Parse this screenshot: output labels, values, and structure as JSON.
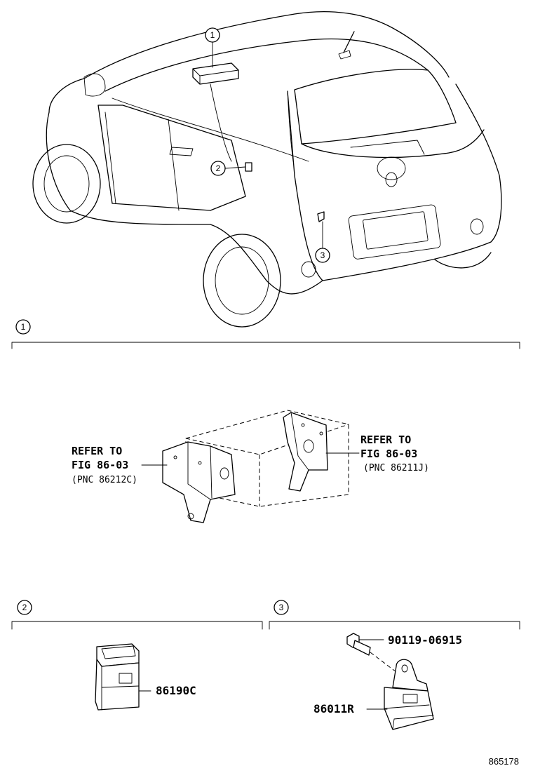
{
  "overview": {
    "callouts": [
      "1",
      "2",
      "3"
    ]
  },
  "sections": [
    {
      "id": "1",
      "left_note": {
        "line1": "REFER TO",
        "line2": "FIG 86-03",
        "line3": "(PNC 86212C)"
      },
      "right_note": {
        "line1": "REFER TO",
        "line2": "FIG 86-03",
        "line3": "(PNC 86211J)"
      }
    },
    {
      "id": "2",
      "parts": [
        "86190C"
      ]
    },
    {
      "id": "3",
      "parts": [
        "90119-06915",
        "86011R"
      ]
    }
  ],
  "illustration_number": "865178"
}
